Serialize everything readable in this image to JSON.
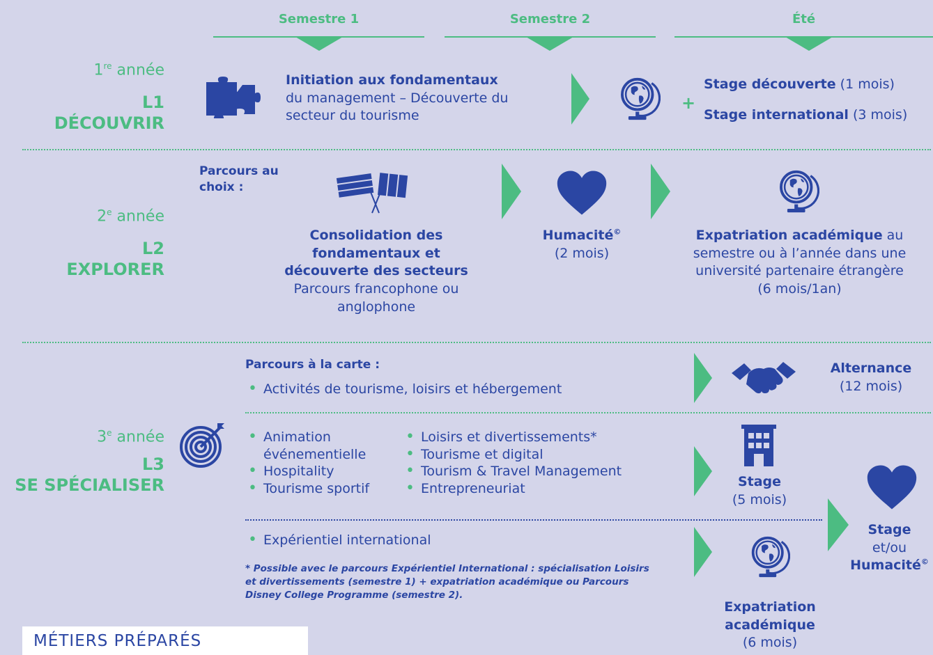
{
  "header": {
    "semestre1": "Semestre 1",
    "semestre2": "Semestre 2",
    "ete": "Été"
  },
  "l1": {
    "year_num": "1",
    "year_sup": "re",
    "year_word": " année",
    "code": "L1",
    "name": "DÉCOUVRIR",
    "s1_title": "Initiation aux fondamentaux",
    "s1_text": "du management – Découverte du secteur du tourisme",
    "plus": "+",
    "stage1_bold": "Stage découverte",
    "stage1_rest": " (1 mois)",
    "stage2_bold": "Stage international",
    "stage2_rest": " (3 mois)"
  },
  "l2": {
    "year_num": "2",
    "year_sup": "e",
    "year_word": " année",
    "code": "L2",
    "name": "EXPLORER",
    "parcours_label": "Parcours au choix :",
    "consolidation_title": "Consolidation des fondamentaux et découverte des secteurs",
    "consolidation_text": "Parcours francophone ou anglophone",
    "humacite": "Humacité",
    "humacite_sup": "©",
    "humacite_dur": "(2 mois)",
    "expat_bold": "Expatriation académique",
    "expat_rest": " au semestre ou à l’année dans une université partenaire étrangère",
    "expat_dur": "(6 mois/1an)"
  },
  "l3": {
    "year_num": "3",
    "year_sup": "e",
    "year_word": " année",
    "code": "L3",
    "name": "SE SPÉCIALISER",
    "carte_label": "Parcours à la carte :",
    "list_top": [
      "Activités de tourisme, loisirs et hébergement"
    ],
    "list_left": [
      "Animation événementielle",
      "Hospitality",
      "Tourisme sportif"
    ],
    "list_right": [
      "Loisirs et divertissements*",
      "Tourisme et digital",
      "Tourism & Travel Management",
      "Entrepreneuriat"
    ],
    "list_bottom": [
      "Expérientiel international"
    ],
    "footnote": "* Possible avec le parcours Expérientiel International : spécialisation Loisirs et divertissements (semestre 1) + expatriation académique ou Parcours Disney College Programme (semestre 2).",
    "alternance": "Alternance",
    "alternance_dur": "(12 mois)",
    "stage": "Stage",
    "stage_dur": "(5 mois)",
    "expat": "Expatriation académique",
    "expat_dur": "(6 mois)",
    "final_stage": "Stage",
    "final_etou": "et/ou",
    "final_humacite": "Humacité",
    "final_sup": "©"
  },
  "metiers": "MÉTIERS PRÉPARÉS",
  "colors": {
    "green": "#4cbc82",
    "blue": "#2b46a3",
    "background": "#d4d5ea"
  },
  "icons": [
    "puzzle-icon",
    "globe-icon",
    "flags-icon",
    "heart-icon",
    "handshake-icon",
    "building-icon",
    "target-icon"
  ]
}
